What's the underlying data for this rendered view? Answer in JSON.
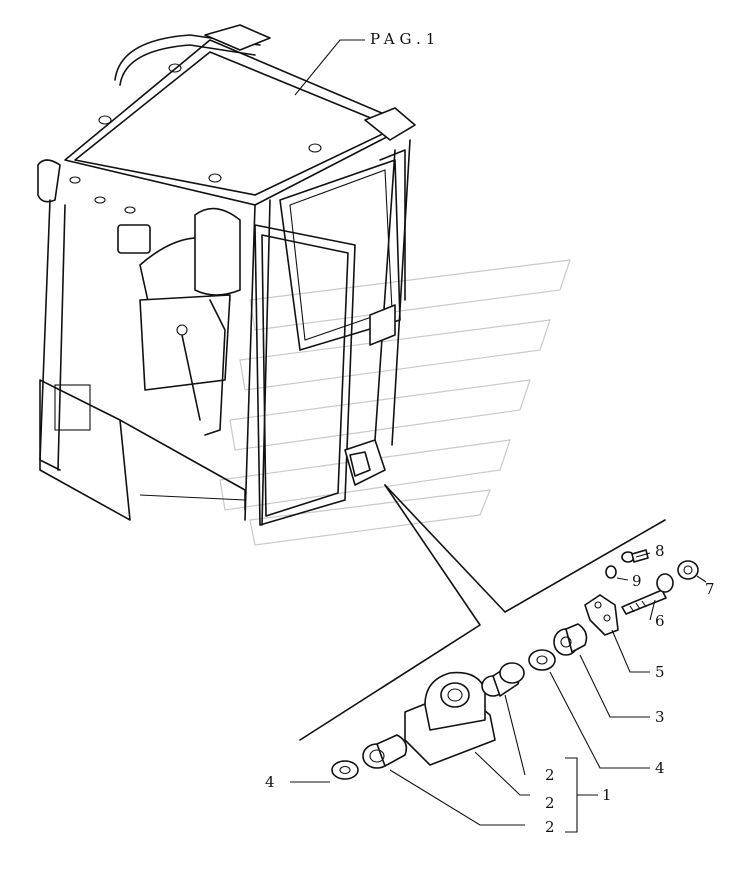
{
  "page_ref": "PAG.1",
  "callouts": {
    "c1": "1",
    "c2a": "2",
    "c2b": "2",
    "c2c": "2",
    "c3": "3",
    "c4a": "4",
    "c4b": "4",
    "c5": "5",
    "c6": "6",
    "c7": "7",
    "c8": "8",
    "c9": "9"
  }
}
